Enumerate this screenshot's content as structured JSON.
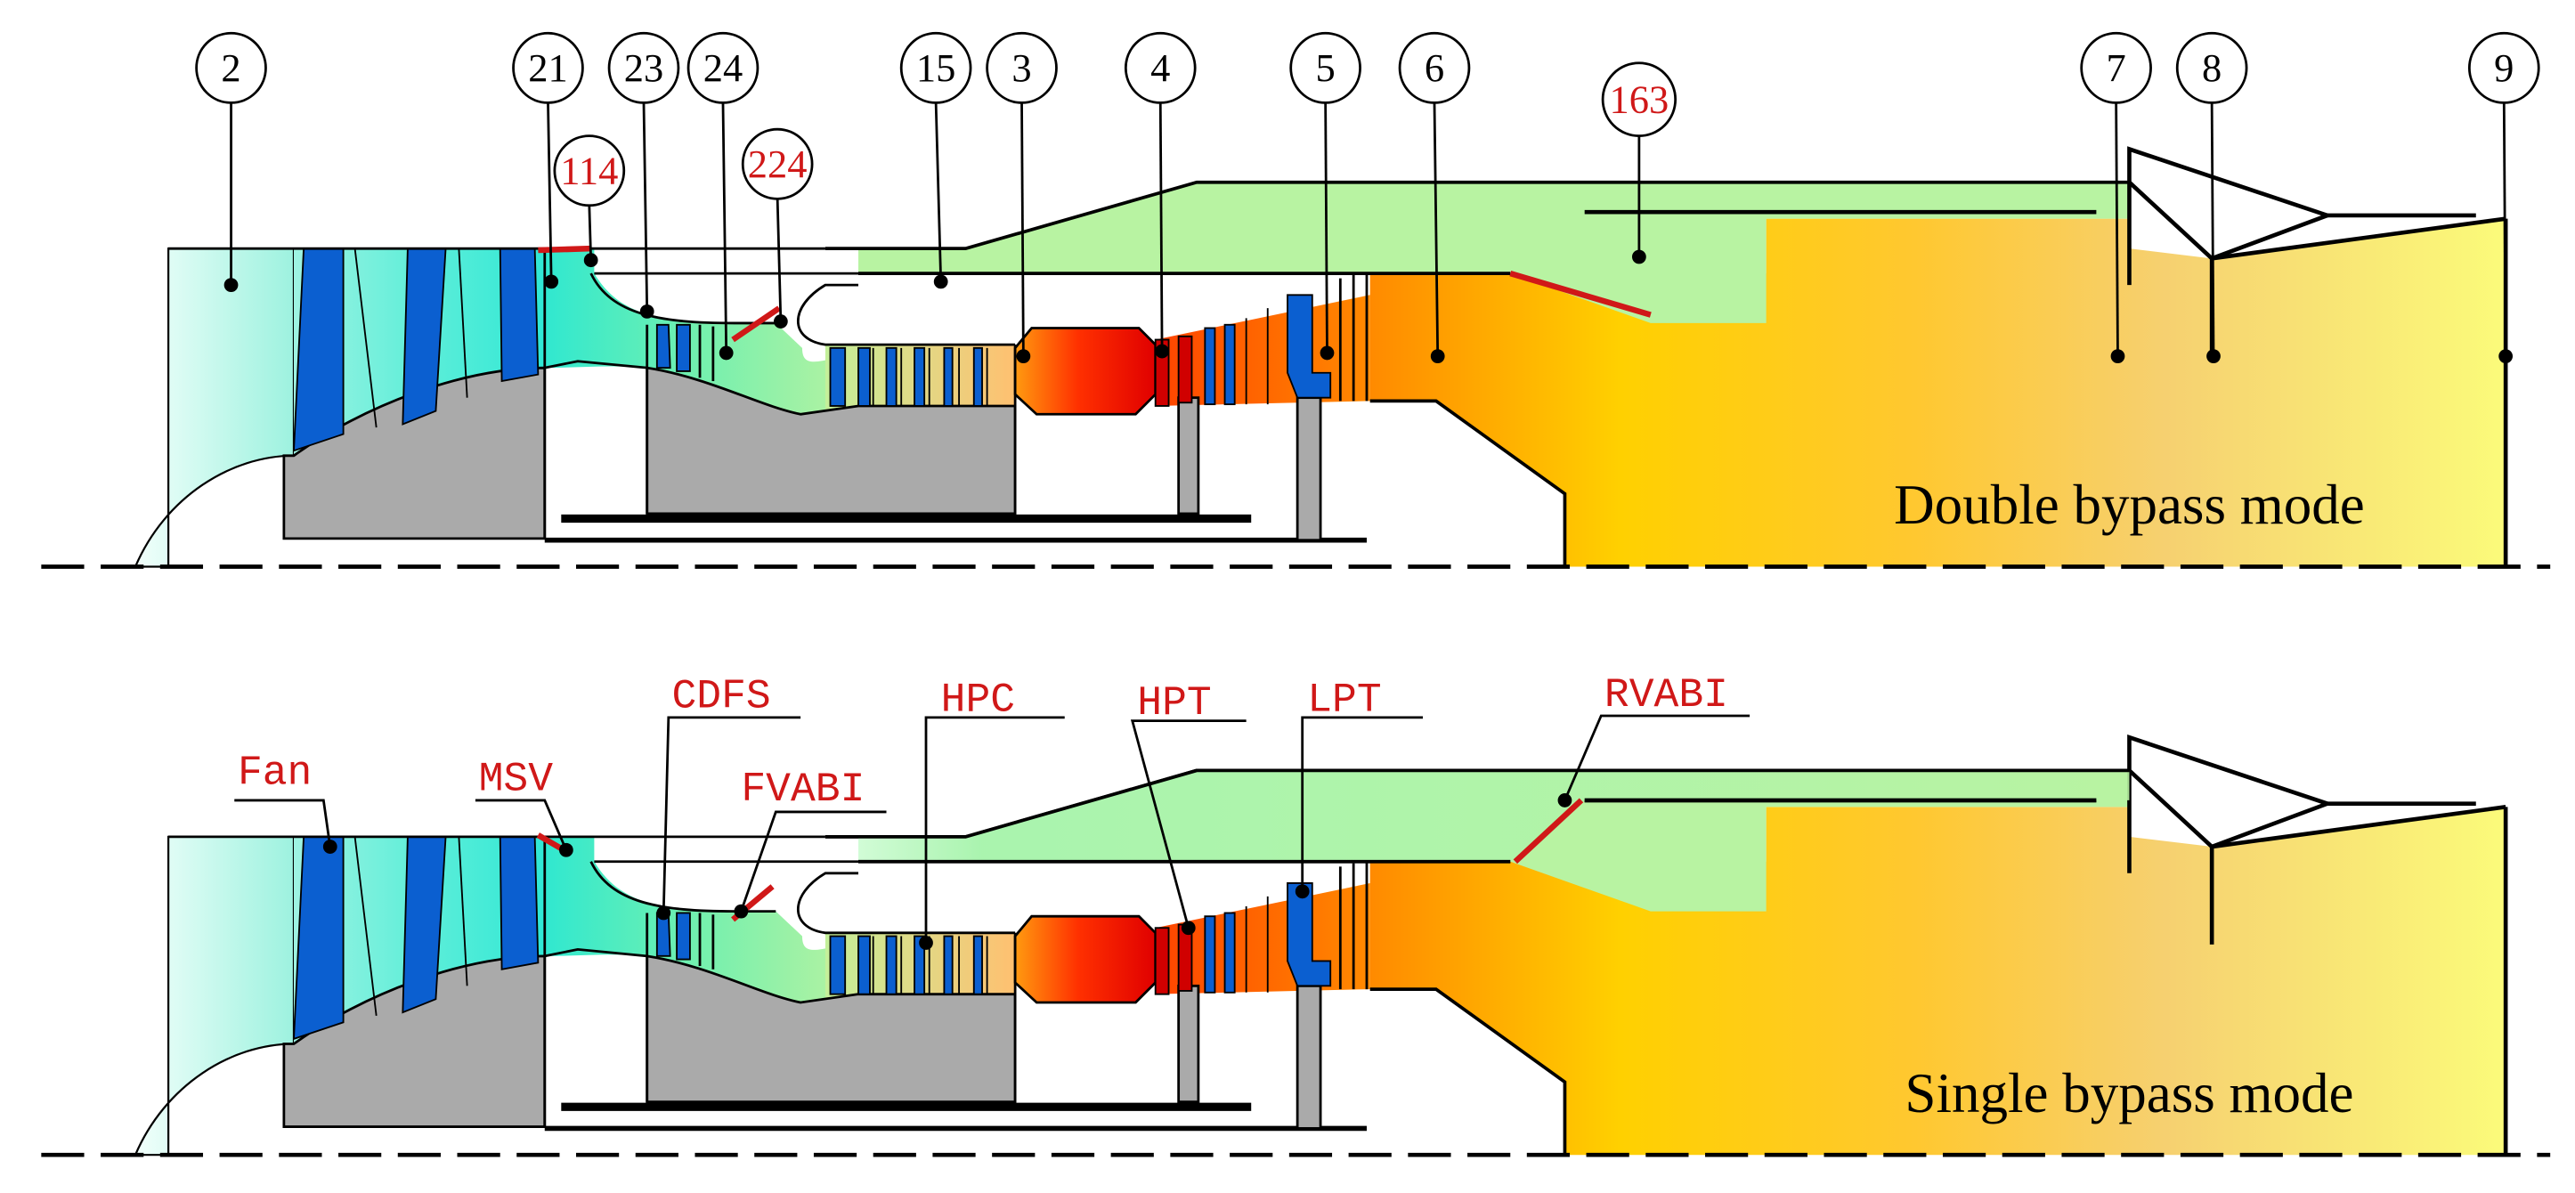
{
  "panels": [
    {
      "mode_title": "Double bypass mode",
      "stations": [
        "2",
        "21",
        "23",
        "24",
        "15",
        "3",
        "4",
        "5",
        "6",
        "7",
        "8",
        "9"
      ],
      "red_stations": [
        "114",
        "224",
        "163"
      ]
    },
    {
      "mode_title": "Single bypass mode",
      "components": [
        "Fan",
        "MSV",
        "CDFS",
        "FVABI",
        "HPC",
        "HPT",
        "LPT",
        "RVABI"
      ]
    }
  ],
  "colors": {
    "fan_blade": "#0b5fd0",
    "annotation_red": "#d01818",
    "hub_grey": "#aaaaaa",
    "bypass_green": "#a8f2a0",
    "cyan": "#3ee6d6",
    "combustor": "#ff3a00",
    "afterburner": "#ffd000",
    "nozzle_yellow": "#ffff88"
  }
}
